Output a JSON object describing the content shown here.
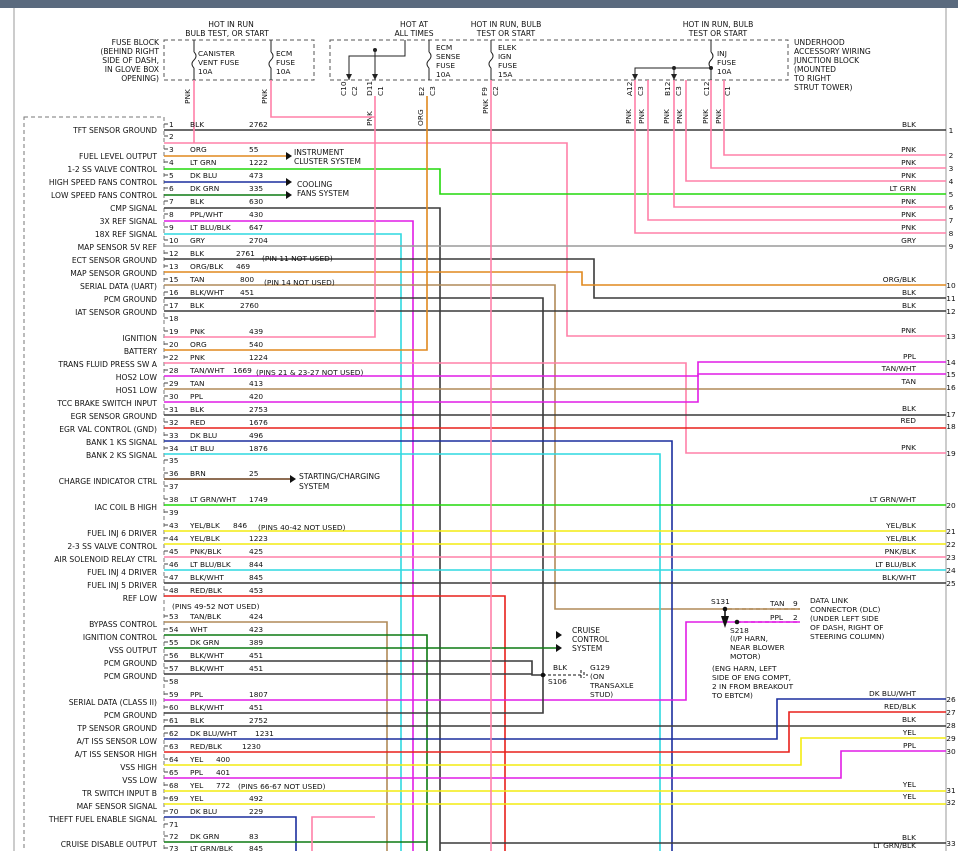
{
  "header_blocks": {
    "fuse_block": [
      "FUSE BLOCK",
      "(BEHIND RIGHT",
      "SIDE OF DASH,",
      "IN GLOVE BOX",
      "OPENING)"
    ],
    "hot_run_bulb_start": [
      "HOT IN RUN",
      "BULB TEST, OR START"
    ],
    "hot_all_times": [
      "HOT AT",
      "ALL TIMES"
    ],
    "hot_run_bulb_start2": [
      "HOT IN RUN, BULB",
      "TEST OR START"
    ],
    "hot_run_bulb_start3": [
      "HOT IN RUN, BULB",
      "TEST OR START"
    ],
    "underhood": [
      "UNDERHOOD",
      "ACCESSORY WIRING",
      "JUNCTION BLOCK",
      "(MOUNTED",
      "TO RIGHT",
      "STRUT TOWER)"
    ],
    "fuses": [
      {
        "lines": [
          "CANISTER",
          "VENT FUSE",
          "10A"
        ]
      },
      {
        "lines": [
          "ECM",
          "FUSE",
          "10A"
        ]
      },
      {
        "lines": [
          "ECM",
          "SENSE",
          "FUSE",
          "10A"
        ]
      },
      {
        "lines": [
          "ELEK",
          "IGN",
          "FUSE",
          "15A"
        ]
      },
      {
        "lines": [
          "INJ",
          "FUSE",
          "10A"
        ]
      }
    ],
    "connectors": [
      "C10",
      "C2",
      "D11",
      "C1",
      "E2",
      "C3",
      "F9",
      "C2",
      "A12",
      "C3",
      "B12",
      "C3",
      "C12",
      "C1"
    ],
    "vert_colors": [
      "PNK",
      "PNK",
      "PNK",
      "ORG",
      "PNK",
      "PNK",
      "PNK",
      "PNK",
      "PNK",
      "PNK",
      "PNK"
    ]
  },
  "pcm_functions": [
    "TFT SENSOR GROUND",
    "FUEL LEVEL OUTPUT",
    "1-2 SS VALVE CONTROL",
    "HIGH SPEED FANS CONTROL",
    "LOW SPEED FANS CONTROL",
    "CMP SIGNAL",
    "3X REF SIGNAL",
    "18X REF SIGNAL",
    "MAP SENSOR 5V REF",
    "ECT SENSOR GROUND",
    "MAP SENSOR GROUND",
    "SERIAL DATA (UART)",
    "PCM GROUND",
    "IAT SENSOR GROUND",
    "IGNITION",
    "BATTERY",
    "TRANS FLUID PRESS SW A",
    "HOS2 LOW",
    "HOS1 LOW",
    "TCC BRAKE SWITCH INPUT",
    "EGR SENSOR GROUND",
    "EGR VAL CONTROL (GND)",
    "BANK 1 KS SIGNAL",
    "BANK 2 KS SIGNAL",
    "CHARGE INDICATOR CTRL",
    "IAC COIL B HIGH",
    "FUEL INJ 6 DRIVER",
    "2-3 SS VALVE CONTROL",
    "AIR SOLENOID RELAY CTRL",
    "FUEL INJ 4 DRIVER",
    "FUEL INJ 5 DRIVER",
    "REF LOW",
    "BYPASS CONTROL",
    "IGNITION CONTROL",
    "VSS OUTPUT",
    "PCM GROUND",
    "PCM GROUND",
    "SERIAL DATA (CLASS II)",
    "PCM GROUND",
    "TP SENSOR GROUND",
    "A/T ISS SENSOR LOW",
    "A/T ISS SENSOR HIGH",
    "VSS HIGH",
    "VSS LOW",
    "TR SWITCH INPUT B",
    "MAF SENSOR SIGNAL",
    "THEFT FUEL ENABLE SIGNAL",
    "CRUISE DISABLE OUTPUT"
  ],
  "pins": [
    {
      "n": "1",
      "c": "BLK",
      "w": "2762"
    },
    {
      "n": "2",
      "c": "",
      "w": ""
    },
    {
      "n": "3",
      "c": "ORG",
      "w": "55"
    },
    {
      "n": "4",
      "c": "LT GRN",
      "w": "1222"
    },
    {
      "n": "5",
      "c": "DK BLU",
      "w": "473"
    },
    {
      "n": "6",
      "c": "DK GRN",
      "w": "335"
    },
    {
      "n": "7",
      "c": "BLK",
      "w": "630"
    },
    {
      "n": "8",
      "c": "PPL/WHT",
      "w": "430"
    },
    {
      "n": "9",
      "c": "LT BLU/BLK",
      "w": "647"
    },
    {
      "n": "10",
      "c": "GRY",
      "w": "2704"
    },
    {
      "n": "12",
      "c": "BLK",
      "w": "2761"
    },
    {
      "n": "13",
      "c": "ORG/BLK",
      "w": "469"
    },
    {
      "n": "15",
      "c": "TAN",
      "w": "800"
    },
    {
      "n": "16",
      "c": "BLK/WHT",
      "w": "451"
    },
    {
      "n": "17",
      "c": "BLK",
      "w": "2760"
    },
    {
      "n": "18",
      "c": "",
      "w": ""
    },
    {
      "n": "19",
      "c": "PNK",
      "w": "439"
    },
    {
      "n": "20",
      "c": "ORG",
      "w": "540"
    },
    {
      "n": "22",
      "c": "PNK",
      "w": "1224"
    },
    {
      "n": "28",
      "c": "TAN/WHT",
      "w": "1669"
    },
    {
      "n": "29",
      "c": "TAN",
      "w": "413"
    },
    {
      "n": "30",
      "c": "PPL",
      "w": "420"
    },
    {
      "n": "31",
      "c": "BLK",
      "w": "2753"
    },
    {
      "n": "32",
      "c": "RED",
      "w": "1676"
    },
    {
      "n": "33",
      "c": "DK BLU",
      "w": "496"
    },
    {
      "n": "34",
      "c": "LT BLU",
      "w": "1876"
    },
    {
      "n": "35",
      "c": "",
      "w": ""
    },
    {
      "n": "36",
      "c": "BRN",
      "w": "25"
    },
    {
      "n": "37",
      "c": "",
      "w": ""
    },
    {
      "n": "38",
      "c": "LT GRN/WHT",
      "w": "1749"
    },
    {
      "n": "39",
      "c": "",
      "w": ""
    },
    {
      "n": "43",
      "c": "YEL/BLK",
      "w": "846"
    },
    {
      "n": "44",
      "c": "YEL/BLK",
      "w": "1223"
    },
    {
      "n": "45",
      "c": "PNK/BLK",
      "w": "425"
    },
    {
      "n": "46",
      "c": "LT BLU/BLK",
      "w": "844"
    },
    {
      "n": "47",
      "c": "BLK/WHT",
      "w": "845"
    },
    {
      "n": "48",
      "c": "RED/BLK",
      "w": "453"
    },
    {
      "n": "53",
      "c": "TAN/BLK",
      "w": "424"
    },
    {
      "n": "54",
      "c": "WHT",
      "w": "423"
    },
    {
      "n": "55",
      "c": "DK GRN",
      "w": "389"
    },
    {
      "n": "56",
      "c": "BLK/WHT",
      "w": "451"
    },
    {
      "n": "57",
      "c": "BLK/WHT",
      "w": "451"
    },
    {
      "n": "58",
      "c": "",
      "w": ""
    },
    {
      "n": "59",
      "c": "PPL",
      "w": "1807"
    },
    {
      "n": "60",
      "c": "BLK/WHT",
      "w": "451"
    },
    {
      "n": "61",
      "c": "BLK",
      "w": "2752"
    },
    {
      "n": "62",
      "c": "DK BLU/WHT",
      "w": "1231"
    },
    {
      "n": "63",
      "c": "RED/BLK",
      "w": "1230"
    },
    {
      "n": "64",
      "c": "YEL",
      "w": "400"
    },
    {
      "n": "65",
      "c": "PPL",
      "w": "401"
    },
    {
      "n": "68",
      "c": "YEL",
      "w": "772"
    },
    {
      "n": "69",
      "c": "YEL",
      "w": "492"
    },
    {
      "n": "70",
      "c": "DK BLU",
      "w": "229"
    },
    {
      "n": "71",
      "c": "",
      "w": ""
    },
    {
      "n": "72",
      "c": "DK GRN",
      "w": "83"
    },
    {
      "n": "73",
      "c": "LT GRN/BLK",
      "w": "845"
    }
  ],
  "notes": [
    "(PIN 11 NOT USED)",
    "(PIN 14 NOT USED)",
    "(PINS 21 & 23-27 NOT USED)",
    "(PINS 40-42 NOT USED)",
    "(PINS 49-52 NOT USED)",
    "(PINS 66-67 NOT USED)"
  ],
  "systems": [
    {
      "lines": [
        "INSTRUMENT",
        "CLUSTER SYSTEM"
      ]
    },
    {
      "lines": [
        "COOLING",
        "FANS SYSTEM"
      ]
    },
    {
      "lines": [
        "STARTING/CHARGING",
        "SYSTEM"
      ]
    },
    {
      "lines": [
        "CRUISE",
        "CONTROL",
        "SYSTEM"
      ]
    }
  ],
  "right_connector": [
    {
      "n": "1",
      "c": "BLK"
    },
    {
      "n": "2",
      "c": "PNK"
    },
    {
      "n": "3",
      "c": "PNK"
    },
    {
      "n": "4",
      "c": "PNK"
    },
    {
      "n": "5",
      "c": "LT GRN"
    },
    {
      "n": "6",
      "c": "PNK"
    },
    {
      "n": "7",
      "c": "PNK"
    },
    {
      "n": "8",
      "c": "PNK"
    },
    {
      "n": "9",
      "c": "GRY"
    },
    {
      "n": "10",
      "c": "ORG/BLK"
    },
    {
      "n": "11",
      "c": "BLK"
    },
    {
      "n": "12",
      "c": "BLK"
    },
    {
      "n": "13",
      "c": "PNK"
    },
    {
      "n": "14",
      "c": "PPL"
    },
    {
      "n": "15",
      "c": "TAN/WHT"
    },
    {
      "n": "16",
      "c": "TAN"
    },
    {
      "n": "17",
      "c": "BLK"
    },
    {
      "n": "18",
      "c": "RED"
    },
    {
      "n": "19",
      "c": "PNK"
    },
    {
      "n": "20",
      "c": "LT GRN/WHT"
    },
    {
      "n": "21",
      "c": "YEL/BLK"
    },
    {
      "n": "22",
      "c": "YEL/BLK"
    },
    {
      "n": "23",
      "c": "PNK/BLK"
    },
    {
      "n": "24",
      "c": "LT BLU/BLK"
    },
    {
      "n": "25",
      "c": "BLK/WHT"
    },
    {
      "n": "26",
      "c": "DK BLU/WHT"
    },
    {
      "n": "27",
      "c": "RED/BLK"
    },
    {
      "n": "28",
      "c": "BLK"
    },
    {
      "n": "29",
      "c": "YEL"
    },
    {
      "n": "30",
      "c": "PPL"
    },
    {
      "n": "31",
      "c": "YEL"
    },
    {
      "n": "32",
      "c": "YEL"
    },
    {
      "n": "33",
      "c": "BLK"
    },
    {
      "n": "",
      "c": "LT GRN/BLK"
    }
  ],
  "splices": {
    "s131": "S131",
    "s218": [
      "S218",
      "(I/P HARN,",
      "NEAR BLOWER",
      "MOTOR)"
    ],
    "s106": "S106",
    "g129": [
      "G129",
      "(ON",
      "TRANSAXLE",
      "STUD)"
    ],
    "blk": "BLK",
    "eng_harn": [
      "(ENG HARN, LEFT",
      "SIDE OF ENG COMPT,",
      "2 IN FROM BREAKOUT",
      "TO EBTCM)"
    ]
  },
  "dlc": {
    "labels": [
      "DATA LINK",
      "CONNECTOR (DLC)",
      "(UNDER LEFT SIDE",
      "OF DASH, RIGHT OF",
      "STEERING COLUMN)"
    ],
    "tan": "TAN",
    "ppl": "PPL",
    "pin9": "9",
    "pin2": "2"
  },
  "colors": {
    "PNK": "#ff80a8",
    "BLK": "#3a3a3a",
    "ORG": "#e0891e",
    "LTGRN": "#22d80c",
    "GRY": "#9a9a9a",
    "PPL": "#e11de5",
    "RED": "#e8201c",
    "DKBLU": "#1b2f9e",
    "LTBLU": "#2fd8e0",
    "TAN": "#b08a58",
    "YEL": "#f3ec10",
    "BRN": "#6a3e1c",
    "DKGRN": "#0d7a12",
    "WHT": "#cfcfcf"
  }
}
